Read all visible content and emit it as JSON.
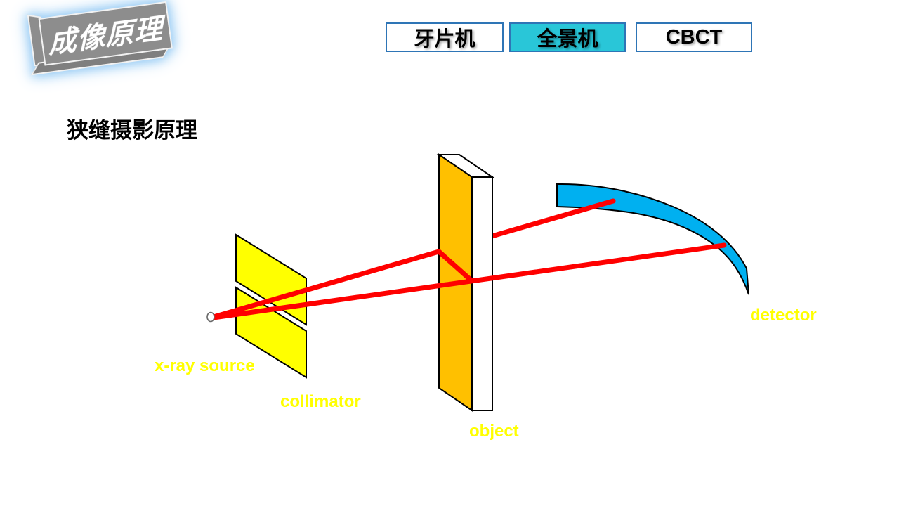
{
  "badge": {
    "label": "成像原理"
  },
  "tabs": [
    {
      "label": "牙片机",
      "active": false
    },
    {
      "label": "全景机",
      "active": true
    },
    {
      "label": "CBCT",
      "active": false
    }
  ],
  "title": "狭缝摄影原理",
  "diagram": {
    "labels": {
      "source": "x-ray source",
      "collimator": "collimator",
      "object": "object",
      "detector": "detector"
    }
  },
  "colors": {
    "beam": "#FF0000",
    "collimator_fill": "#FFFF00",
    "object_fill": "#FFC000",
    "detector_fill": "#00B0F0",
    "label_text": "#FFFF00",
    "active_tab_fill": "#29C6D8",
    "tab_border": "#2E75B6",
    "badge_fill": "#8D8D8D",
    "badge_glow": "#9CCEF5"
  }
}
